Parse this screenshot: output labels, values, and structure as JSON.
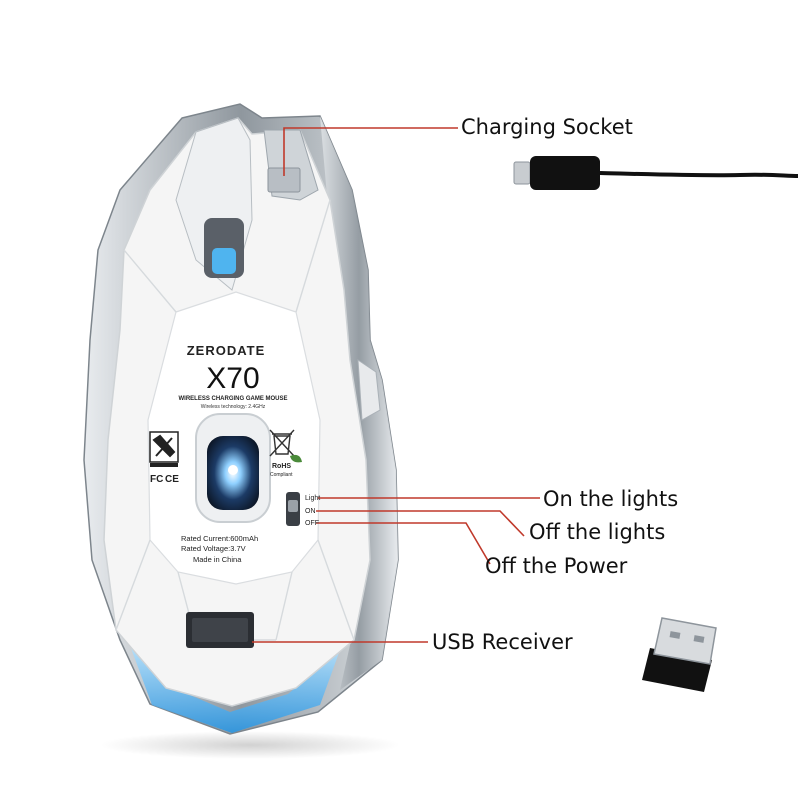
{
  "callouts": {
    "charging_socket": "Charging Socket",
    "on_the_lights": "On the lights",
    "off_the_lights": "Off the lights",
    "off_the_power": "Off the Power",
    "usb_receiver": "USB Receiver"
  },
  "mouse_label": {
    "brand": "ZERODATE",
    "model": "X70",
    "subtitle": "WIRELESS CHARGING GAME MOUSE",
    "wireless_tech": "Wireless technology: 2.4GHz",
    "rated_current": "Rated Current:600mAh",
    "rated_voltage": "Rated Voltage:3.7V",
    "made_in": "Made in China",
    "rohs": "RoHS",
    "compliant": "Compliant",
    "fc": "FC",
    "ce": "CE"
  },
  "switch_labels": {
    "light": "Light",
    "on": "ON",
    "off": "OFF"
  },
  "colors": {
    "callout_line": "#c0392b",
    "mouse_body": "#f4f4f4",
    "chrome": "#9aa3ab",
    "glow": "#3aa8e8"
  }
}
